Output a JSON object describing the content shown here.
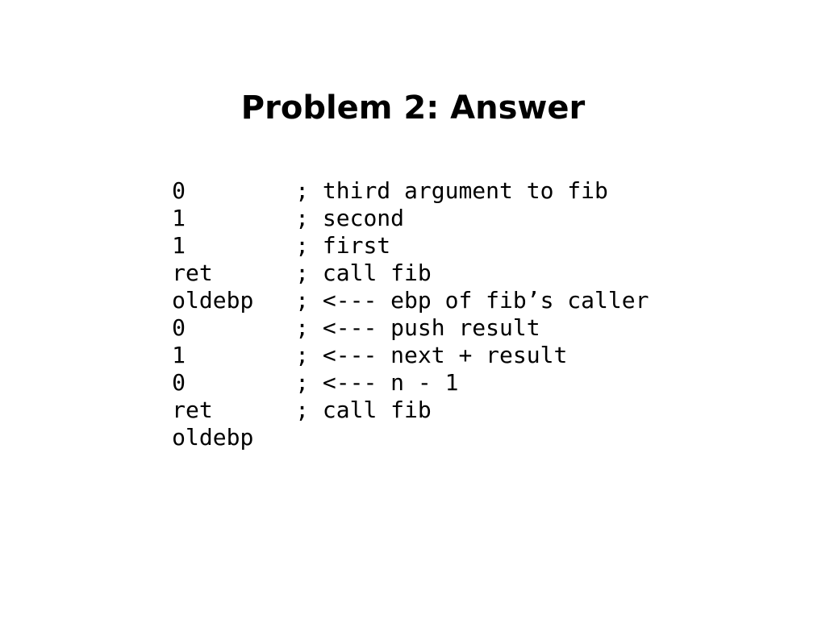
{
  "slide": {
    "title": "Problem 2: Answer",
    "lines": [
      {
        "value": "0",
        "comment": "; third argument to fib"
      },
      {
        "value": "1",
        "comment": "; second"
      },
      {
        "value": "1",
        "comment": "; first"
      },
      {
        "value": "ret",
        "comment": "; call fib"
      },
      {
        "value": "oldebp",
        "comment": "; <--- ebp of fib’s caller"
      },
      {
        "value": "0",
        "comment": "; <--- push result"
      },
      {
        "value": "1",
        "comment": "; <--- next + result"
      },
      {
        "value": "0",
        "comment": "; <--- n - 1"
      },
      {
        "value": "ret",
        "comment": "; call fib"
      },
      {
        "value": "oldebp",
        "comment": ""
      }
    ]
  }
}
